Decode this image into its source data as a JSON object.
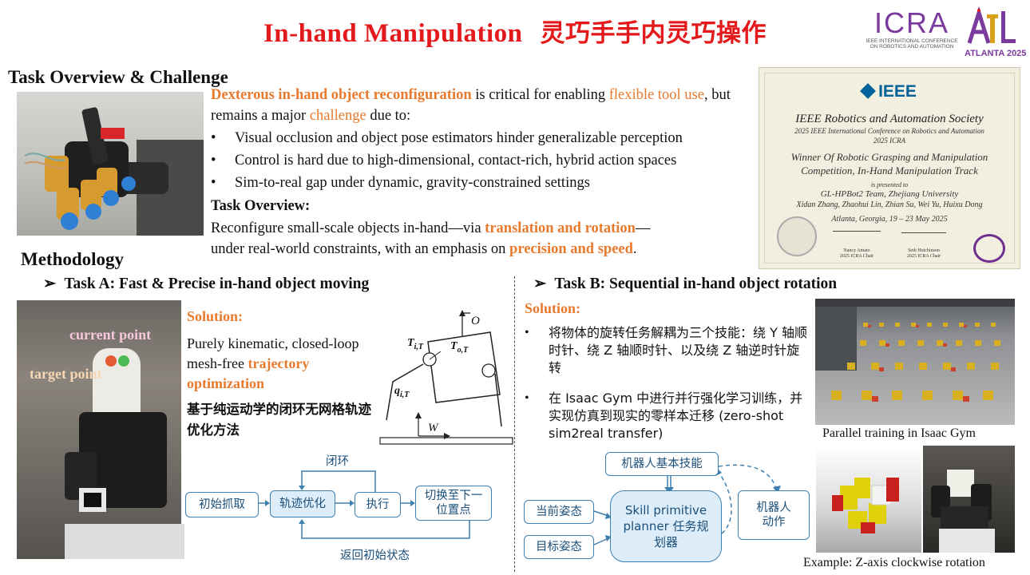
{
  "title": {
    "en": "In-hand Manipulation",
    "cn": "灵巧手手内灵巧操作"
  },
  "logos": {
    "icra": "ICRA",
    "icra_sub1": "IEEE INTERNATIONAL CONFERENCE",
    "icra_sub2": "ON ROBOTICS AND AUTOMATION",
    "atl": "ATLANTA 2025"
  },
  "overview": {
    "heading": "Task Overview & Challenge",
    "p1_a": "Dexterous in-hand object reconfiguration",
    "p1_b": " is critical for enabling ",
    "p1_c": "flexible tool use",
    "p1_d": ", but remains a major ",
    "p1_e": "challenge",
    "p1_f": " due to:",
    "bullets": [
      "Visual occlusion and object pose estimators hinder generalizable perception",
      "Control is hard due to high-dimensional, contact-rich, hybrid action spaces",
      "Sim-to-real gap under dynamic, gravity-constrained settings"
    ],
    "bullet_char": "•",
    "task_label": "Task Overview:",
    "p2_a": "Reconfigure small-scale objects in-hand—via ",
    "p2_b": "translation and rotation",
    "p2_c": "—",
    "p2_d": "under real-world constraints, with an emphasis on ",
    "p2_e": "precision and speed",
    "p2_f": "."
  },
  "certificate": {
    "ieee": "IEEE",
    "l1": "IEEE Robotics and Automation Society",
    "l2": "2025 IEEE International Conference on Robotics and Automation",
    "l3": "2025 ICRA",
    "l4": "Winner Of Robotic Grasping and Manipulation",
    "l5": "Competition, In-Hand Manipulation Track",
    "l6": "is presented to",
    "l7": "GL-HPBot2 Team, Zhejiang University",
    "l8": "Xidan Zhang, Zhaohui Lin, Zhian Su, Wei Yu, Huixu Dong",
    "l9": "Atlanta, Georgia, 19 – 23 May 2025",
    "sig1": "Nancy Amato",
    "sig1b": "2025 ICRA Chair",
    "sig2": "Seth Hutchinson",
    "sig2b": "2025 ICRA Chair"
  },
  "methodology": {
    "heading": "Methodology",
    "arrow": "➢",
    "taskA": {
      "title": "Task A: Fast & Precise in-hand object moving",
      "current_point": "current point",
      "target_point": "target point",
      "solution_label": "Solution:",
      "sol_a": "Purely kinematic, closed-loop mesh-free ",
      "sol_b": "trajectory optimization",
      "sol_cn": "基于纯运动学的闭环无网格轨迹优化方法",
      "diagram": {
        "o": "O",
        "t_it": "T",
        "t_it_sub": "i,T",
        "t_ot": "T",
        "t_ot_sub": "o,T",
        "q_it": "q",
        "q_it_sub": "i,T",
        "w": "W"
      },
      "flow": {
        "loop": "闭环",
        "init": "初始抓取",
        "opt": "轨迹优化",
        "exec": "执行",
        "switch": "切换至下一位置点",
        "return": "返回初始状态"
      }
    },
    "taskB": {
      "title": "Task B: Sequential in-hand object rotation",
      "solution_label": "Solution:",
      "bullet_char": "•",
      "b1": "将物体的旋转任务解耦为三个技能：绕 Y 轴顺时针、绕 Z 轴顺时针、以及绕 Z 轴逆时针旋转",
      "b2": "在 Isaac Gym 中进行并行强化学习训练，并实现仿真到现实的零样本迁移 (zero-shot sim2real transfer)",
      "flow": {
        "skills": "机器人基本技能",
        "current": "当前姿态",
        "target": "目标姿态",
        "planner": "Skill primitive planner 任务规划器",
        "action": "机器人动作"
      },
      "cap1": "Parallel training in Isaac Gym",
      "cap2": "Example: Z-axis clockwise  rotation"
    }
  },
  "colors": {
    "title_red": "#e3191c",
    "accent_orange": "#e87a2e",
    "flow_blue": "#3f7fb0"
  }
}
